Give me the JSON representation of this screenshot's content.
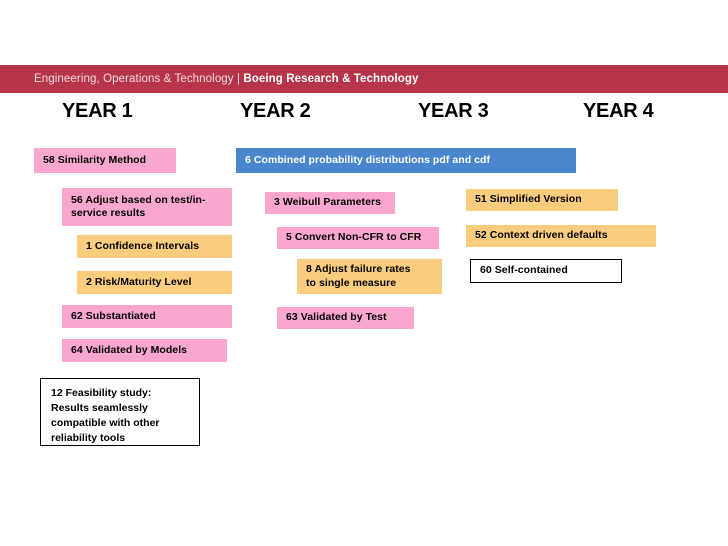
{
  "header": {
    "prefix": "Engineering, Operations & Technology",
    "separator": " | ",
    "strong": "Boeing Research & Technology",
    "bar_color": "#b6354a"
  },
  "timeline": {
    "years": [
      {
        "label": "YEAR 1"
      },
      {
        "label": "YEAR 2"
      },
      {
        "label": "YEAR 3"
      },
      {
        "label": "YEAR 4"
      }
    ]
  },
  "palette": {
    "pink": "#f9a7cf",
    "gold": "#f9cd7d",
    "blue": "#4a86cd",
    "white": "#ffffff",
    "text": "#000000"
  },
  "tasks": {
    "year1": [
      {
        "id": "58",
        "label": "58 Similarity Method",
        "color": "pink"
      },
      {
        "id": "56",
        "label": "56 Adjust based on test/in-\nservice results",
        "color": "pink"
      },
      {
        "id": "1",
        "label": "1 Confidence Intervals",
        "color": "gold"
      },
      {
        "id": "2",
        "label": "2 Risk/Maturity Level",
        "color": "gold"
      },
      {
        "id": "62",
        "label": "62 Substantiated",
        "color": "pink"
      },
      {
        "id": "64",
        "label": "64 Validated by Models",
        "color": "pink"
      }
    ],
    "year2": [
      {
        "id": "6",
        "label": "6 Combined probability distributions pdf and cdf",
        "color": "blue"
      },
      {
        "id": "3",
        "label": "3 Weibull Parameters",
        "color": "pink"
      },
      {
        "id": "5",
        "label": "5 Convert Non-CFR to CFR",
        "color": "pink"
      },
      {
        "id": "8",
        "label": "8 Adjust failure rates\nto single measure",
        "color": "gold"
      },
      {
        "id": "63",
        "label": "63 Validated by Test",
        "color": "pink"
      }
    ],
    "year3": [
      {
        "id": "51",
        "label": "51 Simplified Version",
        "color": "gold"
      },
      {
        "id": "52",
        "label": "52 Context driven defaults",
        "color": "gold"
      },
      {
        "id": "60",
        "label": "60 Self-contained",
        "color": "white"
      }
    ]
  },
  "note": {
    "label": "12 Feasibility study:\nResults seamlessly\ncompatible with other\nreliability tools"
  }
}
